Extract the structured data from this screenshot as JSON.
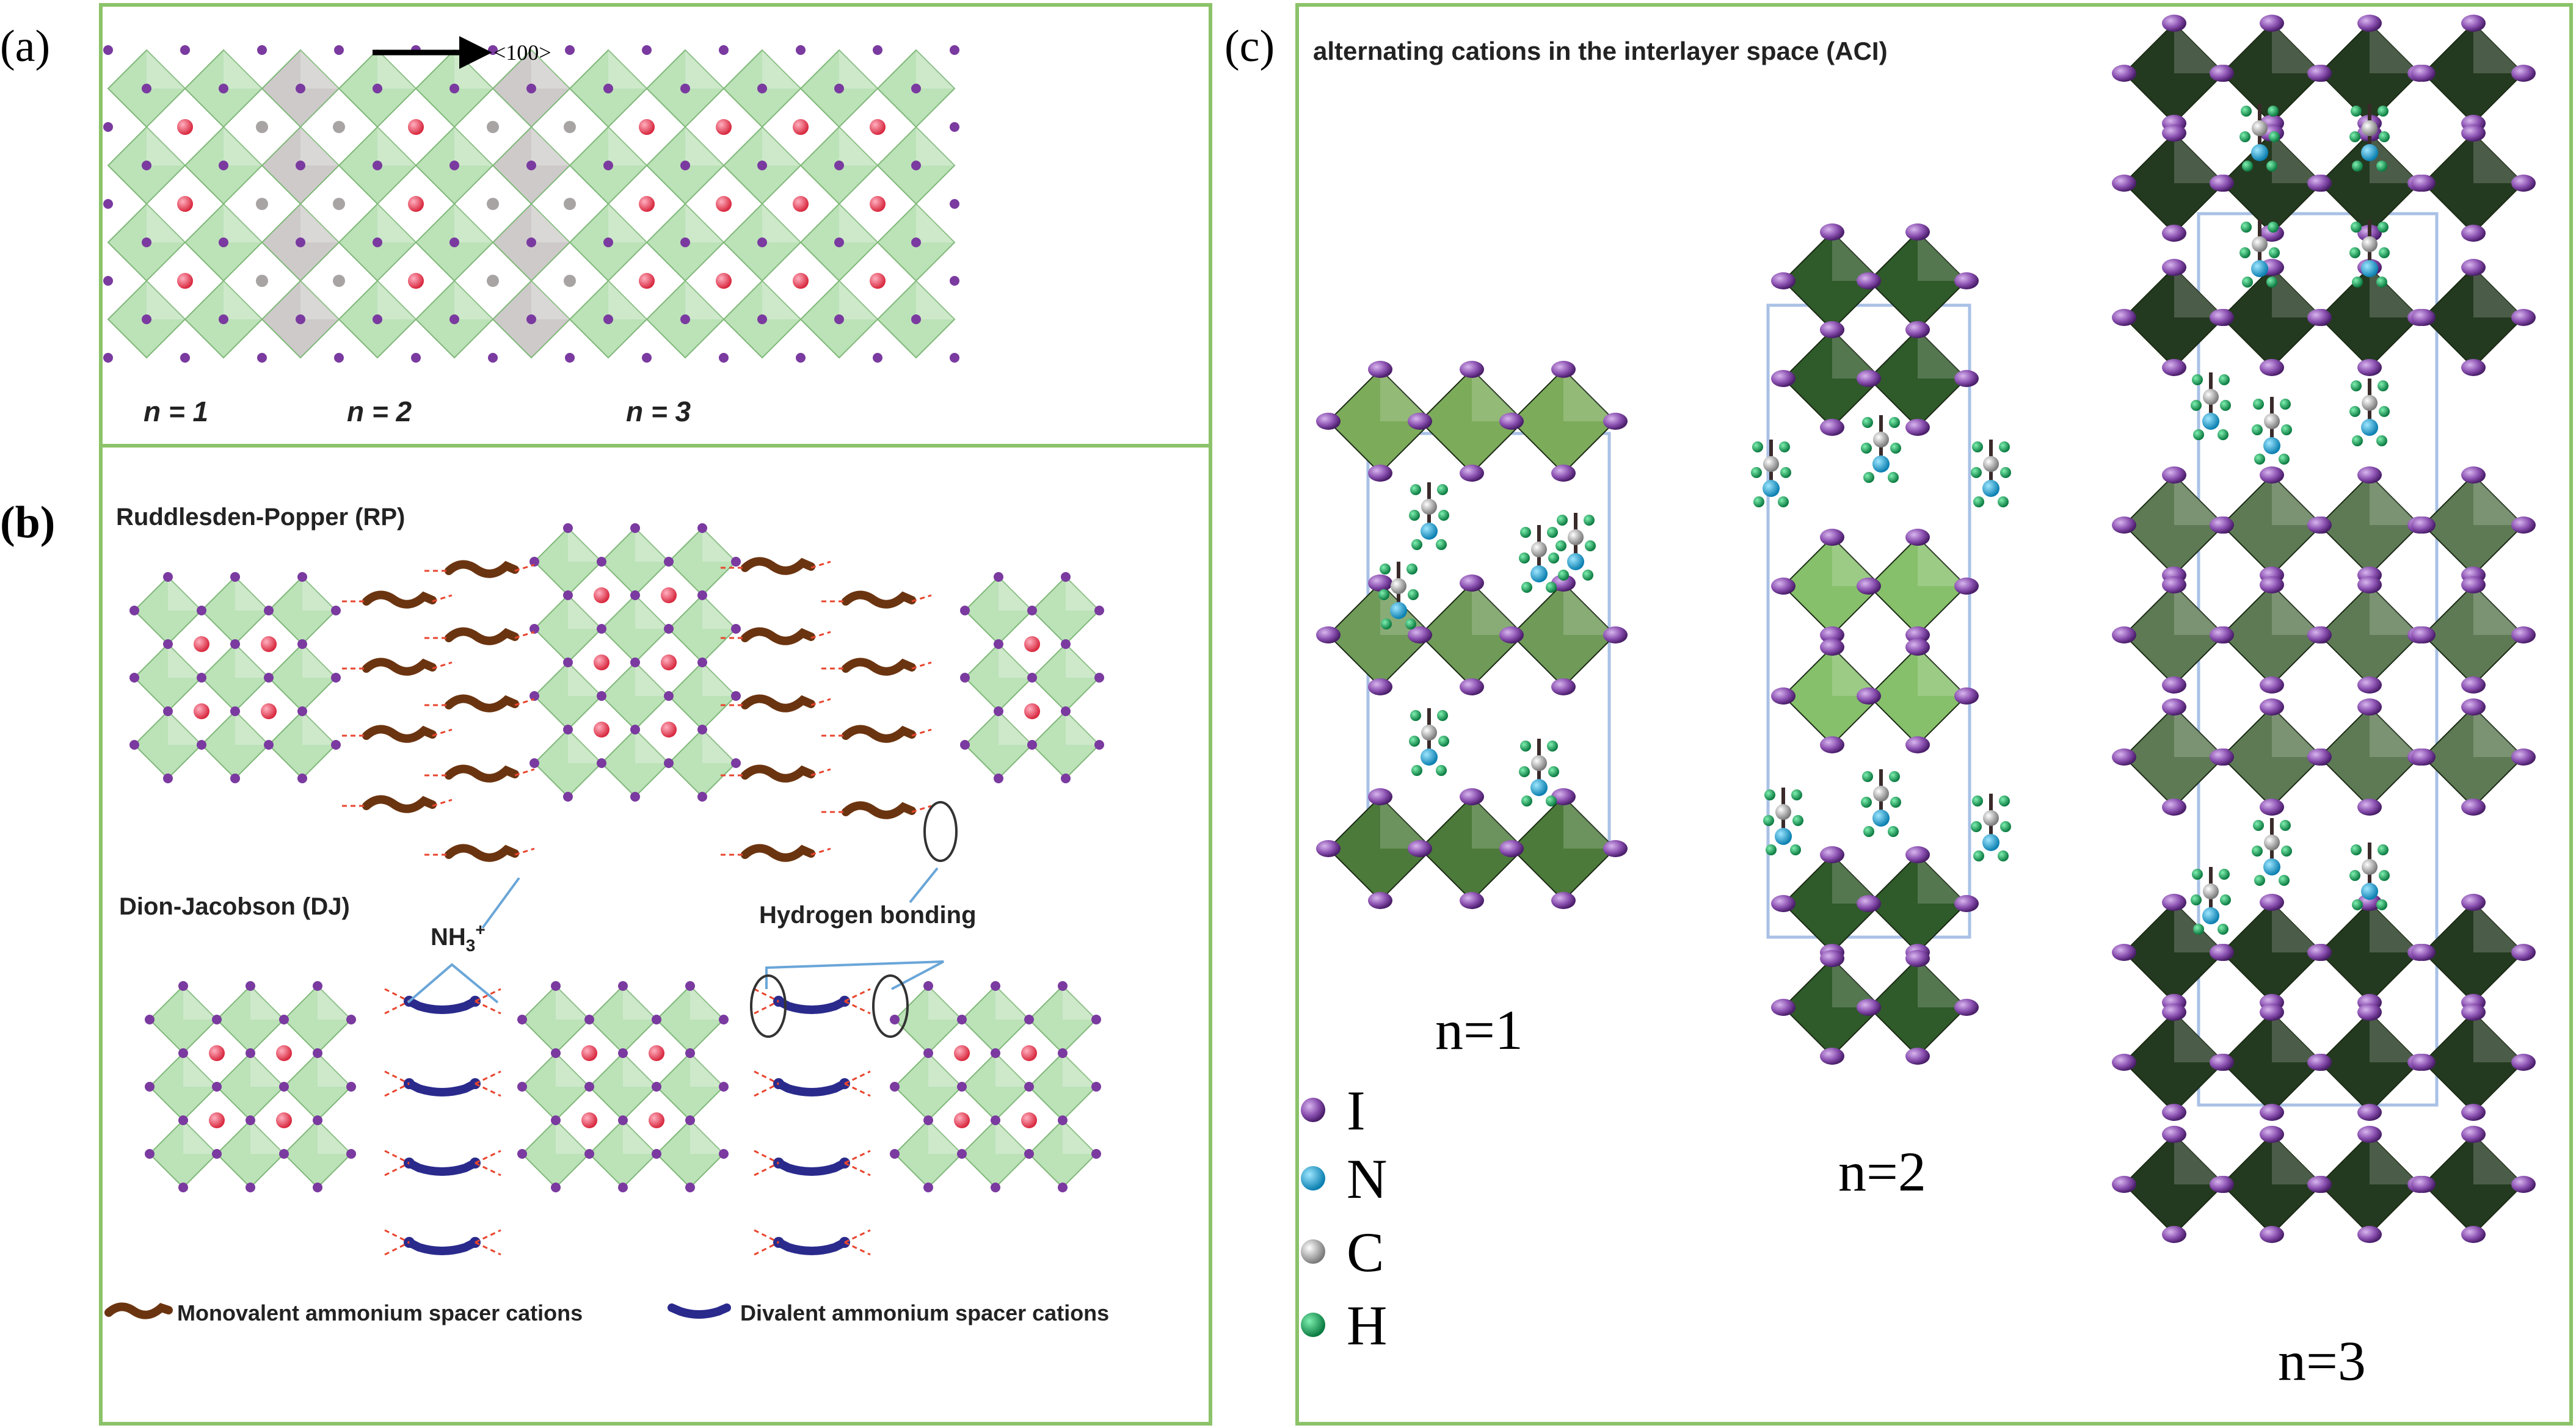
{
  "panel_a": {
    "letter": "(a)",
    "direction_label": "<100>",
    "n_labels": [
      "n = 1",
      "n = 2",
      "n = 3"
    ]
  },
  "panel_b": {
    "letter": "(b)",
    "rp_title": "Ruddlesden-Popper (RP)",
    "dj_title": "Dion-Jacobson (DJ)",
    "nh3_label": "NH",
    "nh3_sub": "3",
    "nh3_sup": "+",
    "hbond_label": "Hydrogen bonding",
    "legend_mono": "Monovalent ammonium spacer cations",
    "legend_di": "Divalent ammonium spacer cations"
  },
  "panel_c": {
    "letter": "(c)",
    "title": "alternating cations in the interlayer space (ACI)",
    "n_labels": [
      "n=1",
      "n=2",
      "n=3"
    ],
    "legend": [
      {
        "symbol": "I",
        "color": "#8e5aa0"
      },
      {
        "symbol": "N",
        "color": "#1aa3d0"
      },
      {
        "symbol": "C",
        "color": "#9a9a9a"
      },
      {
        "symbol": "H",
        "color": "#1a9a55"
      }
    ]
  },
  "colors": {
    "panel_border": "#8cc36a",
    "octahedron_green": "#9fd59a",
    "octahedron_grey": "#c9c4c4",
    "iodide_purple": "#7a3aa0",
    "a_cation_red": "#e8506a",
    "mono_spacer": "#6b3410",
    "di_spacer": "#2a2a8c",
    "hbond_dash": "#e8452e",
    "dark_octahedron": "#2f4a2a",
    "mid_octahedron": "#6f8a62",
    "bright_octahedron": "#4c9a3a",
    "unit_cell": "#a9c1e6"
  }
}
